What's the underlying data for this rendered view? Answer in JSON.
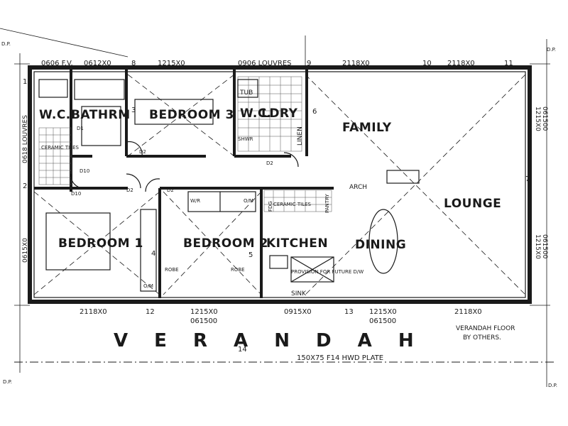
{
  "rooms": {
    "wc": "W.C.",
    "bathrm": "BATHRM",
    "bedroom3": "BEDROOM 3",
    "wc_tub": "W.C.",
    "ldry": "LDRY",
    "tub": "TUB",
    "family": "FAMILY",
    "lounge": "LOUNGE",
    "bedroom1": "BEDROOM 1",
    "bedroom2": "BEDROOM 2",
    "kitchen": "KITCHEN",
    "dining": "DINING",
    "linen": "LINEN",
    "pantry": "PANTRY",
    "fridge": "FDG",
    "verandah": "V E R A N D A H"
  },
  "window_labels_top": [
    "0606 F.V.",
    "0612X0",
    "1215X0",
    "0906 LOUVRES",
    "2118X0",
    "2118X0"
  ],
  "window_labels_bottom": [
    "2118X0",
    "1215X0",
    "061500",
    "0915X0",
    "1215X0",
    "061500",
    "2118X0"
  ],
  "window_labels_left": [
    "0618 LOUVRES",
    "0615X0"
  ],
  "window_labels_right": [
    "1215X0",
    "061500",
    "1215X0",
    "061500"
  ],
  "numbers_top": [
    "8",
    "9",
    "10",
    "11"
  ],
  "numbers_bottom": [
    "12",
    "13"
  ],
  "numbers_left": [
    "1",
    "2",
    "3"
  ],
  "numbers_other": [
    "4",
    "5",
    "6",
    "7",
    "14"
  ],
  "notes": {
    "ceramic_tiles": "CERAMIC TILES",
    "ceramic_tiles_kitchen": "CERAMIC TILES",
    "arch": "ARCH",
    "shower": "SHWR",
    "sink": "SINK",
    "verandah_floor": "VERANDAH FLOOR",
    "by_others": "BY OTHERS.",
    "plate": "150X75 F14 HWD PLATE",
    "dp": "D.P.",
    "stove": "PROVISION FOR FUTURE D/W",
    "robe": "ROBE",
    "wir": "W/R",
    "om": "O/M"
  },
  "door_labels": [
    "D1",
    "D2",
    "D2",
    "D2",
    "D10",
    "D10",
    "D2"
  ]
}
